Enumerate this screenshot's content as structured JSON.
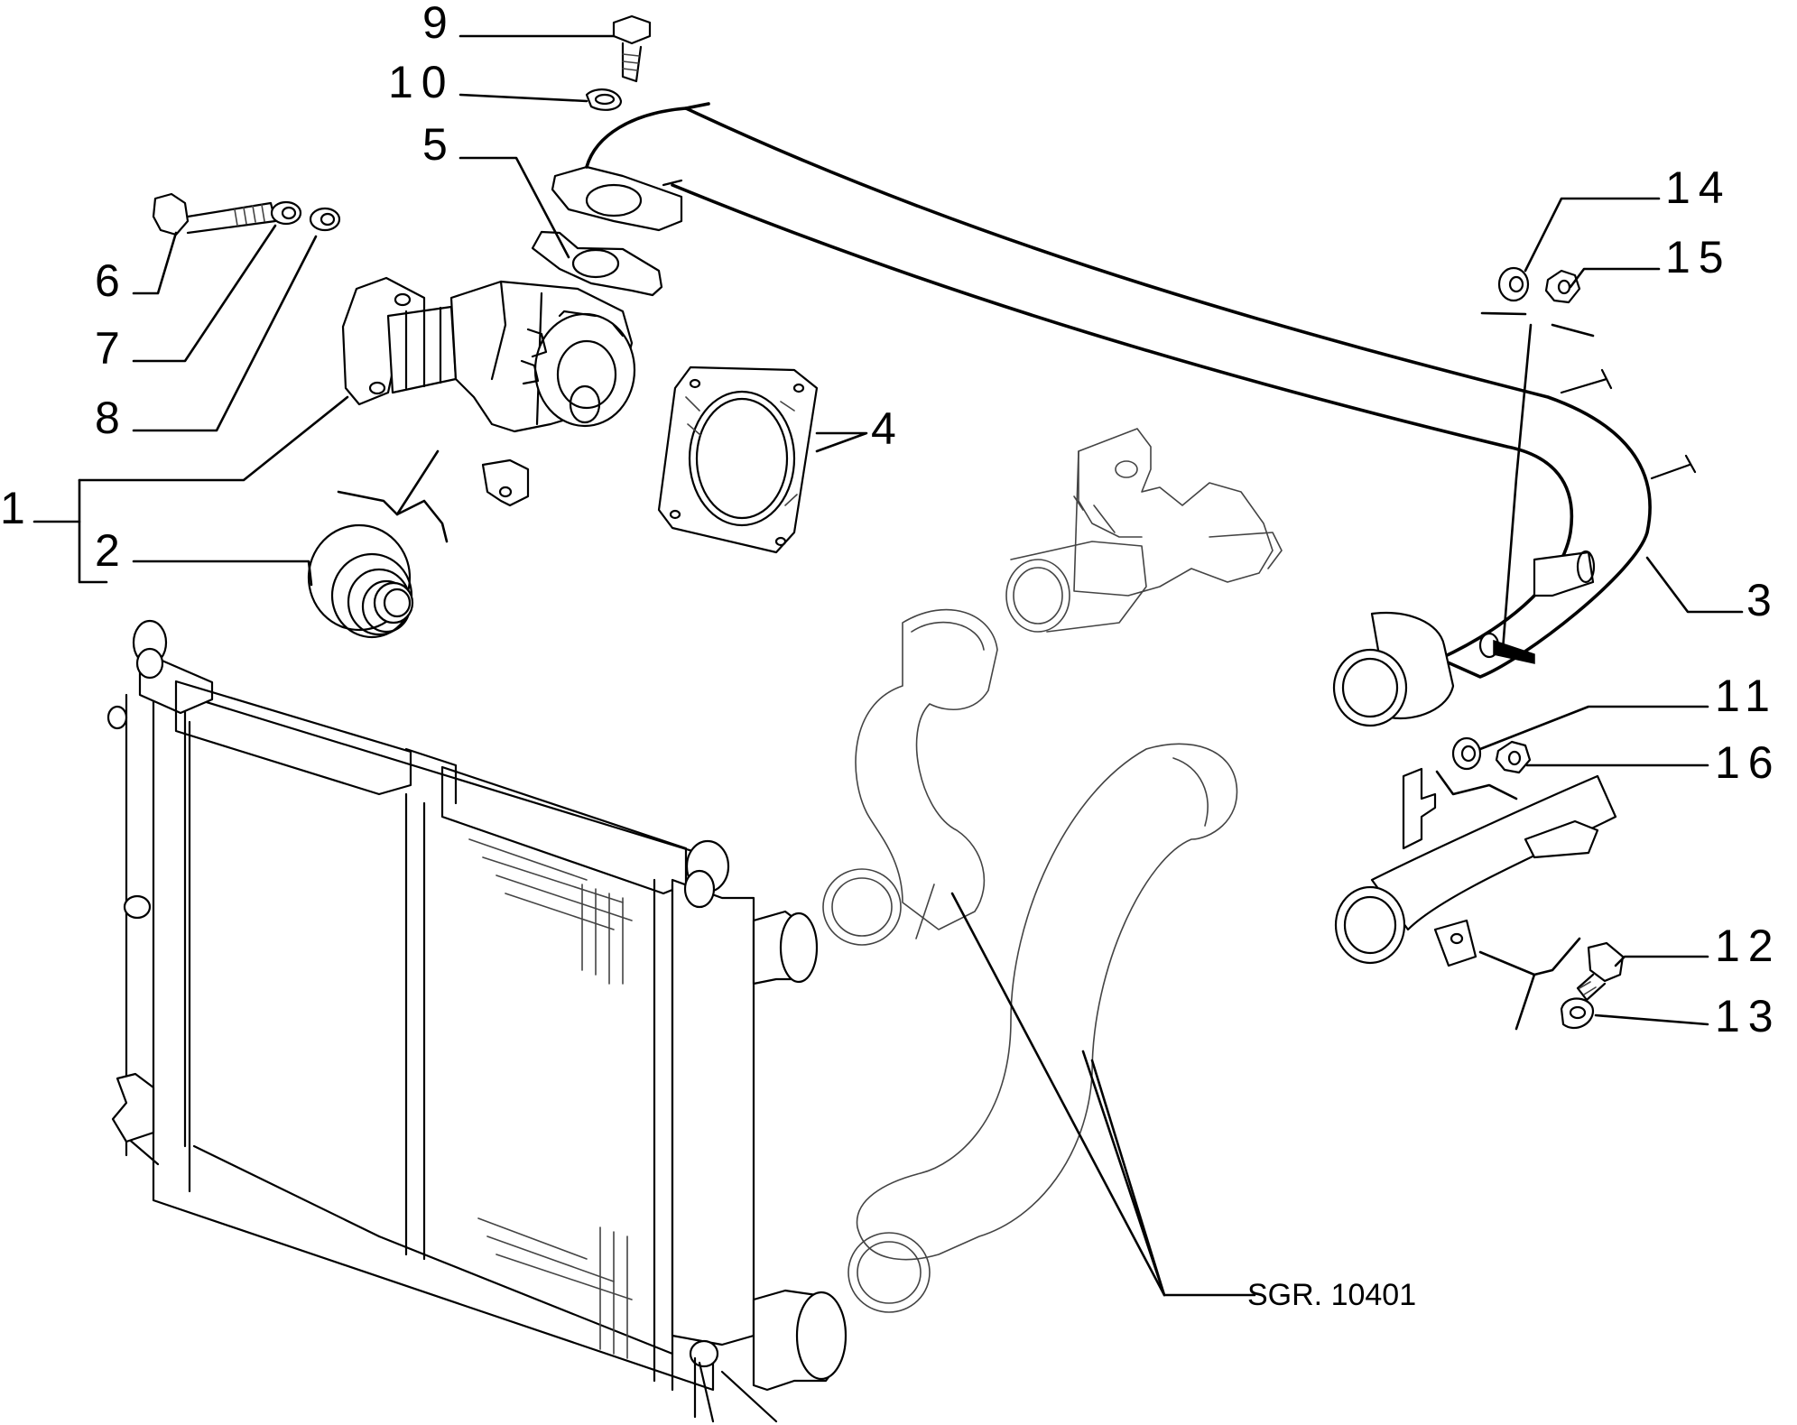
{
  "callouts": {
    "c1": "1",
    "c2": "2",
    "c3": "3",
    "c4": "4",
    "c5": "5",
    "c6": "6",
    "c7": "7",
    "c8": "8",
    "c9": "9",
    "c10": "10",
    "c11": "11",
    "c12": "12",
    "c13": "13",
    "c14": "14",
    "c15": "15",
    "c16": "16"
  },
  "reference": "SGR. 10401",
  "colors": {
    "ink": "#000000",
    "background": "#ffffff"
  }
}
